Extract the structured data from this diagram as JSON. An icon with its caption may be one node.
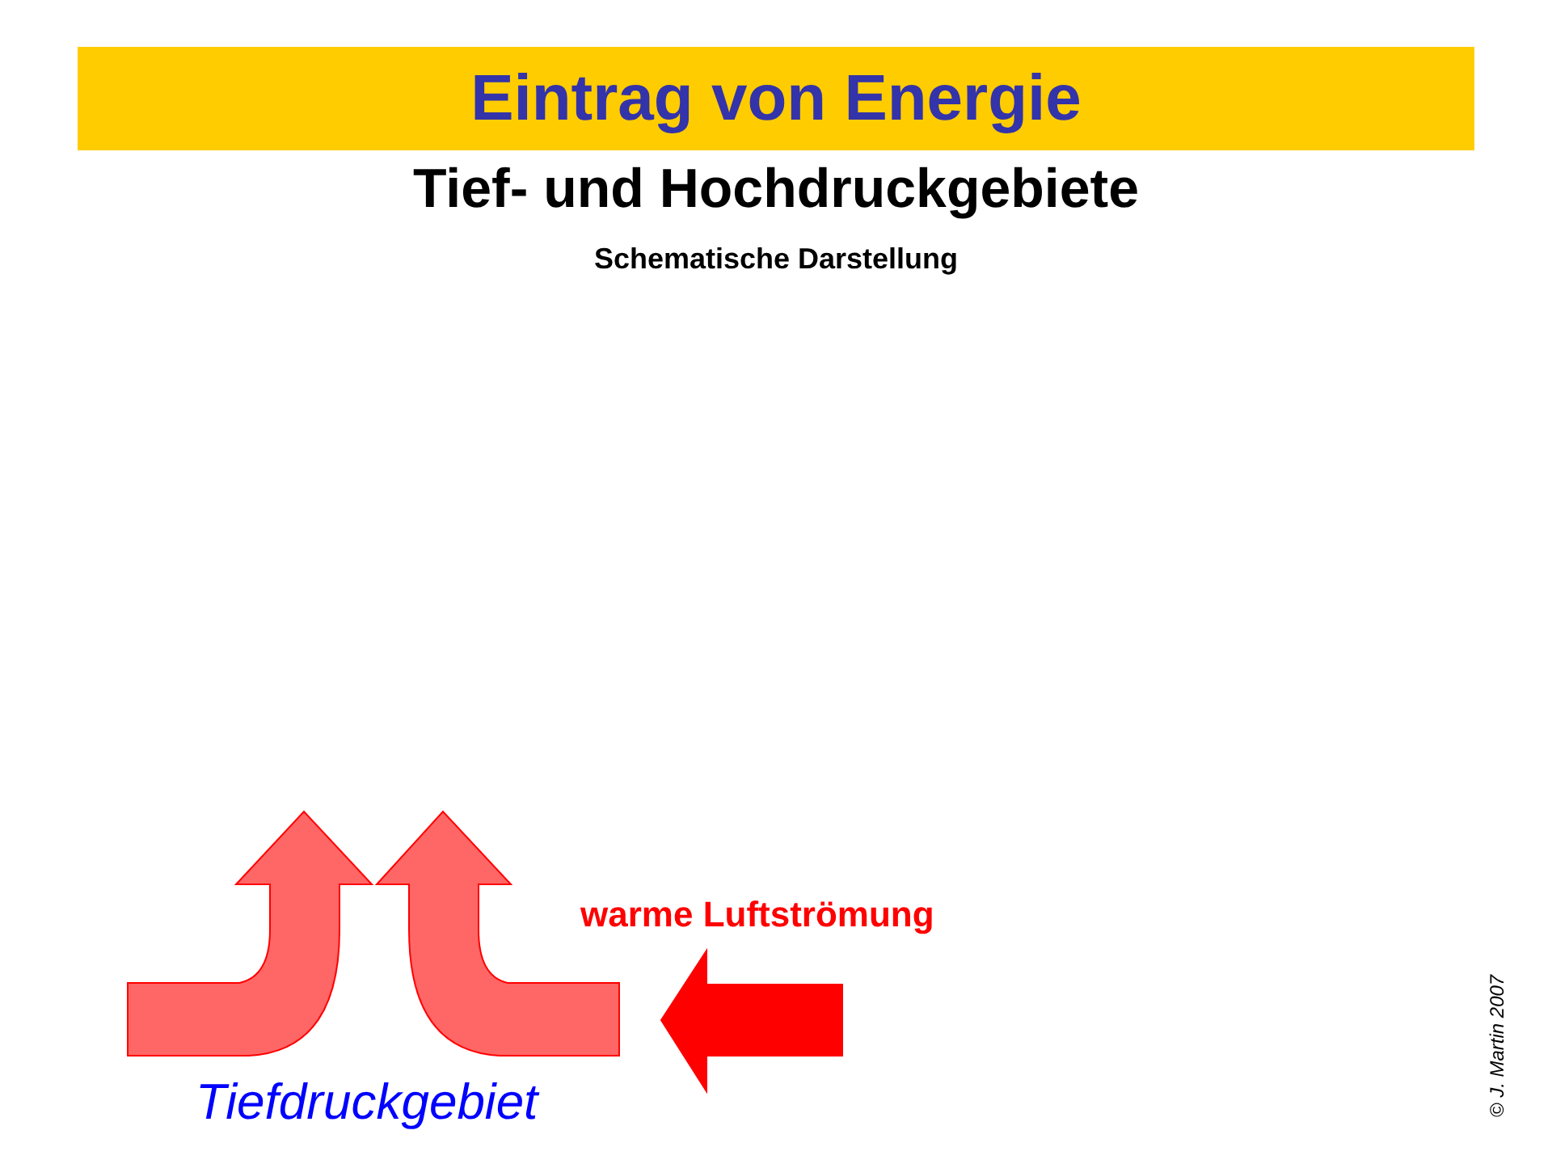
{
  "diagram": {
    "title": "Eintrag von Energie",
    "labels": [
      "Tief- und Hochdruckgebiete",
      "Schematische Darstellung",
      "warme Luftströmung",
      "Tiefdruckgebiet",
      "© J. Martin 2007"
    ]
  }
}
